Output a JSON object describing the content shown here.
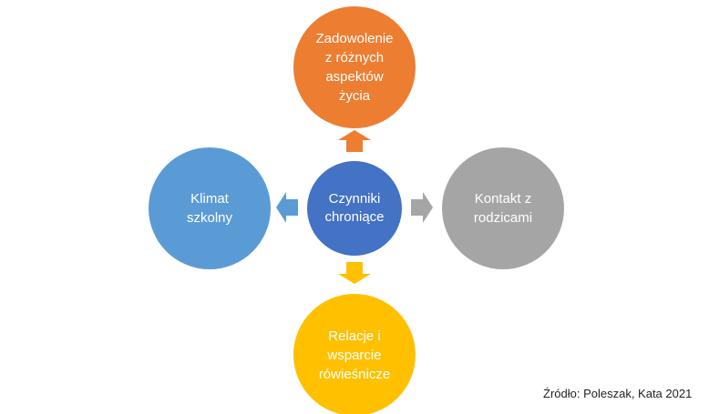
{
  "diagram": {
    "center": {
      "label": "Czynniki\nchroniące",
      "color": "#4472C4"
    },
    "top": {
      "label": "Zadowolenie\nz różnych\naspektów\nżycia",
      "color": "#ED7D31"
    },
    "left": {
      "label": "Klimat\nszkolny",
      "color": "#5B9BD5"
    },
    "right": {
      "label": "Kontakt z\nrodzicami",
      "color": "#A5A5A5"
    },
    "bottom": {
      "label": "Relacje i\nwsparcie\nrówieśnicze",
      "color": "#FFC000"
    }
  },
  "source": "Źródło: Poleszak, Kata 2021"
}
